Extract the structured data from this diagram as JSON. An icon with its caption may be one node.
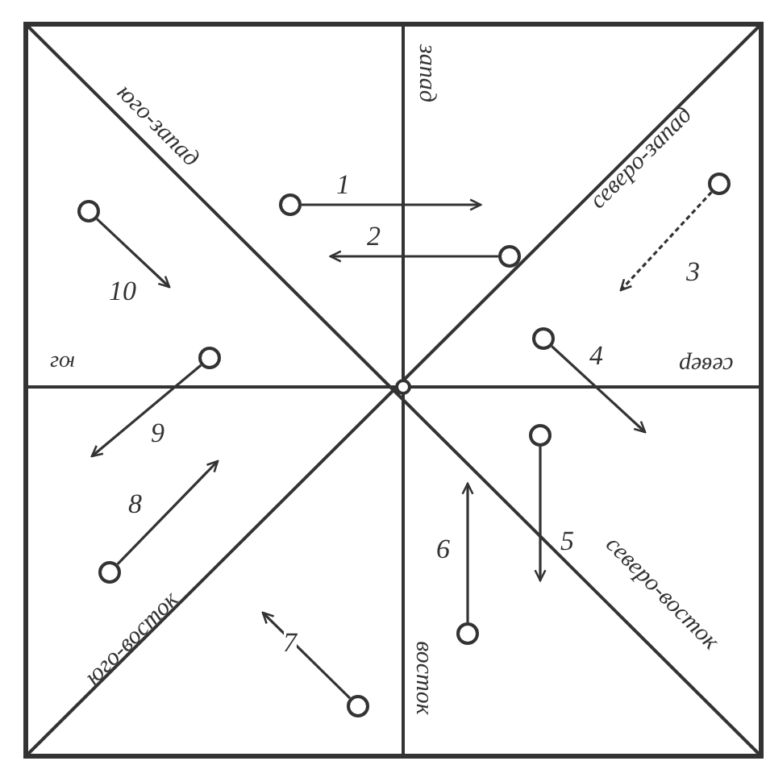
{
  "diagram": {
    "nodes": [
      {
        "text": [],
        "shape": "circle"
      },
      {
        "text": [],
        "shape": "circle"
      },
      {
        "text": [],
        "shape": "circle"
      },
      {
        "text": [],
        "shape": "circle"
      },
      {
        "text": [],
        "shape": "circle"
      },
      {
        "text": [],
        "shape": "circle"
      },
      {
        "text": [],
        "shape": "circle"
      },
      {
        "text": [],
        "shape": "circle"
      },
      {
        "text": [],
        "shape": "circle"
      },
      {
        "text": [],
        "shape": "circle"
      }
    ],
    "edges": [
      {
        "from": 0,
        "to": null,
        "arrow": "to"
      },
      {
        "from": 1,
        "to": null,
        "arrow": "to"
      },
      {
        "from": 2,
        "to": null,
        "arrow": "to",
        "style": "dashed"
      },
      {
        "from": 3,
        "to": null,
        "arrow": "to"
      },
      {
        "from": 4,
        "to": null,
        "arrow": "to"
      },
      {
        "from": 5,
        "to": null,
        "arrow": "to"
      },
      {
        "from": 6,
        "to": null,
        "arrow": "to"
      },
      {
        "from": 7,
        "to": null,
        "arrow": "to"
      },
      {
        "from": 8,
        "to": null,
        "arrow": "to"
      },
      {
        "from": 9,
        "to": null,
        "arrow": "to"
      }
    ],
    "labels": [
      "юго-запад",
      "запад",
      "северо-запад",
      "1",
      "2",
      "3",
      "10",
      "юг",
      "4",
      "север",
      "9",
      "8",
      "6",
      "5",
      "северо-восток",
      "7",
      "юго-восток",
      "восток"
    ]
  }
}
